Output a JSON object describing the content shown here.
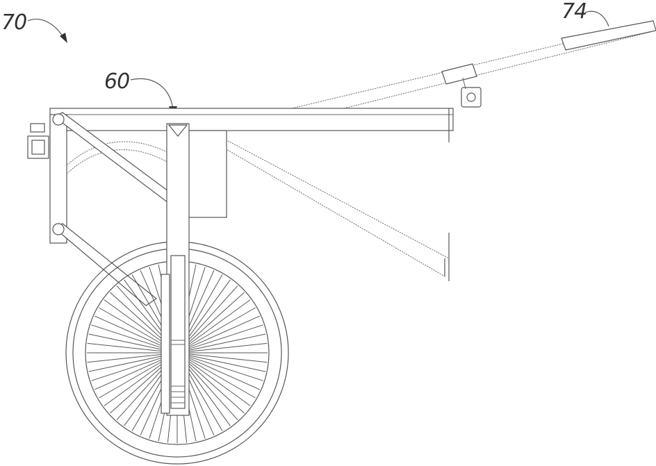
{
  "figure": {
    "labels": {
      "assembly": "70",
      "handle": "74",
      "mount": "60"
    },
    "colors": {
      "line": "#555555",
      "label": "#333333",
      "background": "#ffffff"
    },
    "wheel": {
      "spoke_count": 60
    }
  }
}
